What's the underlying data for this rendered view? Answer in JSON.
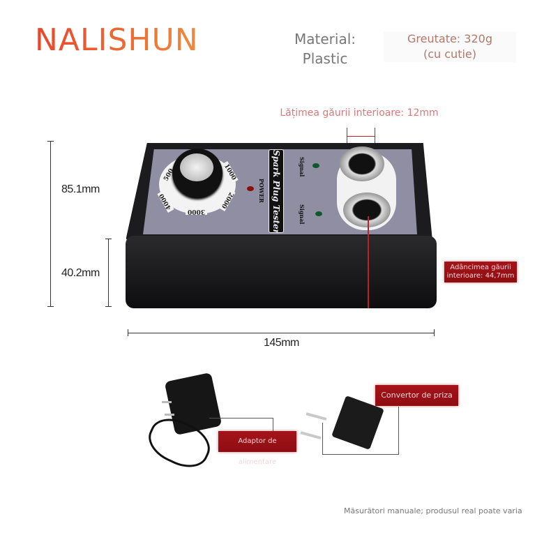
{
  "brand": {
    "logo": "NALISHUN"
  },
  "specs": {
    "material_label": "Material:",
    "material_value": "Plastic",
    "weight_label": "Greutate: 320g",
    "weight_note": "(cu cutie)"
  },
  "dimensions": {
    "hole_width": "Lățimea găurii interioare: 12mm",
    "height_total": "85.1mm",
    "height_body": "40.2mm",
    "width": "145mm",
    "hole_depth": "Adâncimea găurii interioare: 44,7mm"
  },
  "device": {
    "name": "Spark Plug Tester",
    "power_label": "POWER",
    "signal_label": "Signal",
    "dial": [
      "500",
      "1000",
      "2000",
      "3000",
      "4000"
    ],
    "led_colors": {
      "power": "#8b0a0a",
      "signal": "#0c5a2a"
    }
  },
  "accessories": {
    "adapter_label": "Adaptor de alimentare",
    "converter_label": "Convertor de priza"
  },
  "footer": {
    "note": "Măsurători manuale; produsul real poate varia"
  },
  "colors": {
    "accent_red": "#a4141a",
    "logo_orange": "#e8452a"
  }
}
